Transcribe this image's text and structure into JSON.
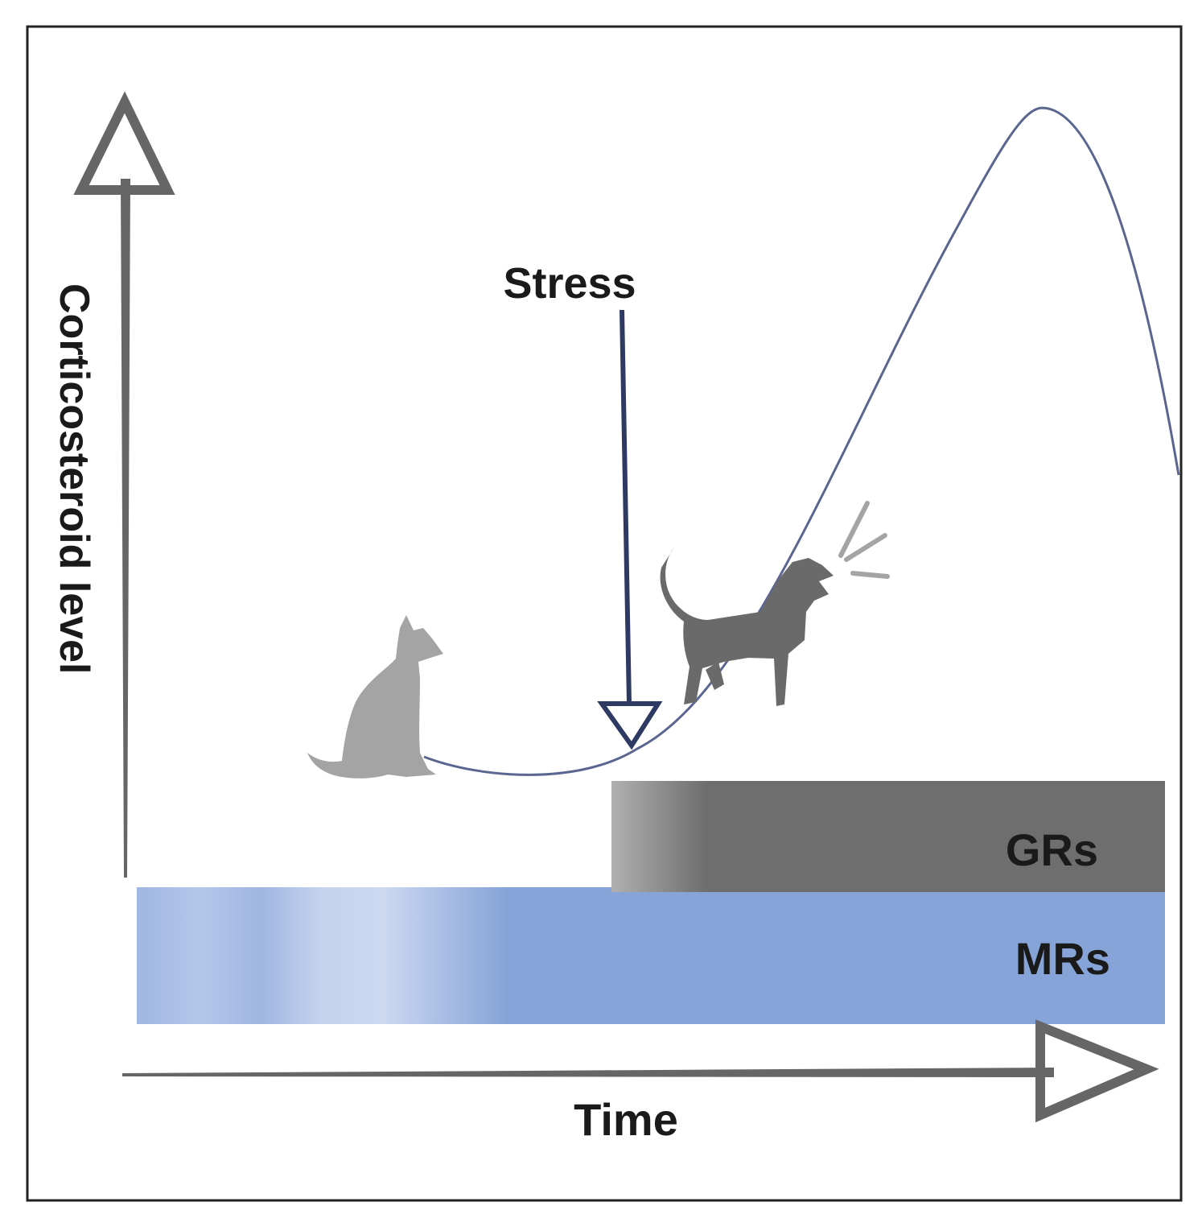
{
  "labels": {
    "y_axis": "Corticosteroid level",
    "x_axis": "Time",
    "stress": "Stress",
    "gr_bar": "GRs",
    "mr_bar": "MRs"
  },
  "icons": {
    "calm": "dog-sitting-icon",
    "stressed": "dog-barking-icon"
  },
  "colors": {
    "curve": "#5b6690",
    "stress_arrow": "#2f3a63",
    "axis": "#666666",
    "gr": "#6e6e6e",
    "mr": "#86a4d8",
    "dog_calm": "#a4a4a4",
    "dog_stressed": "#6a6a6a",
    "frame": "#222222"
  }
}
